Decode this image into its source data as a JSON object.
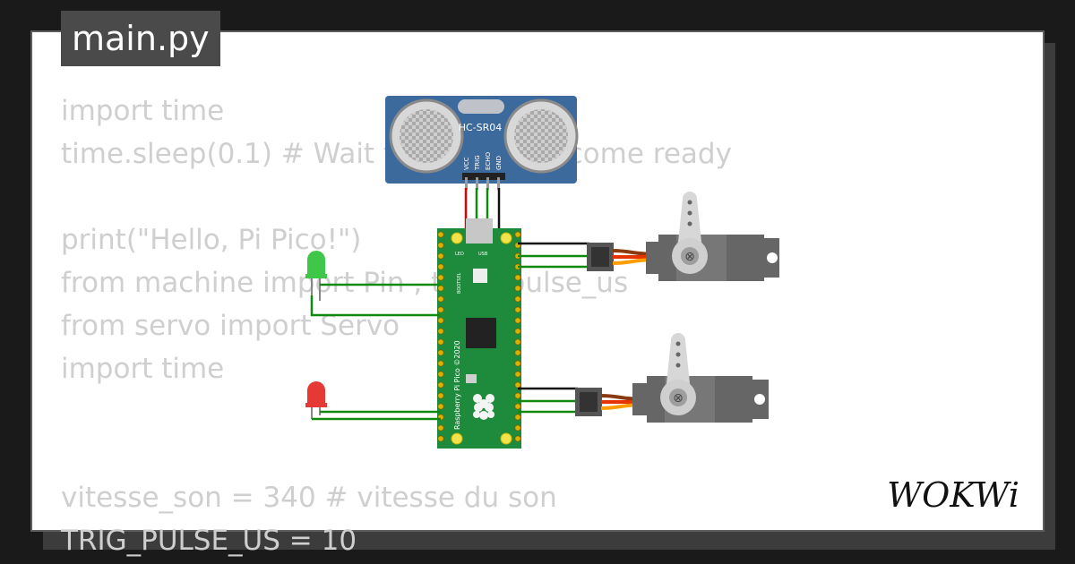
{
  "editor": {
    "file_tab": "main.py",
    "code_lines": [
      "import time",
      "time.sleep(0.1) # Wait for USB to become ready",
      "",
      "print(\"Hello, Pi Pico!\")",
      "from machine import Pin , time_pulse_us",
      "from servo import Servo",
      "import time",
      "",
      "",
      "vitesse_son = 340 # vitesse du son",
      "TRIG_PULSE_US = 10"
    ]
  },
  "circuit": {
    "sensor": {
      "model": "HC-SR04",
      "pins": [
        "VCC",
        "TRIG",
        "ECHO",
        "GND"
      ],
      "color": "#3d6a9c"
    },
    "board": {
      "label": "Raspberry Pi Pico ©2020",
      "bootsel": "BOOTSEL",
      "led": "LED",
      "usb": "USB",
      "color": "#1d8a3c"
    },
    "leds": {
      "green": "#3fc74a",
      "red": "#e53935"
    },
    "wire_colors": {
      "vcc": "#e00000",
      "gnd": "#111111",
      "signal": "#0f8a0f",
      "servo_brown": "#8b3a0f",
      "servo_red": "#e53400",
      "servo_orange": "#ff9d00"
    },
    "servo_color": "#666666"
  },
  "brand": {
    "name": "WOKWi",
    "accent": "#111111"
  }
}
